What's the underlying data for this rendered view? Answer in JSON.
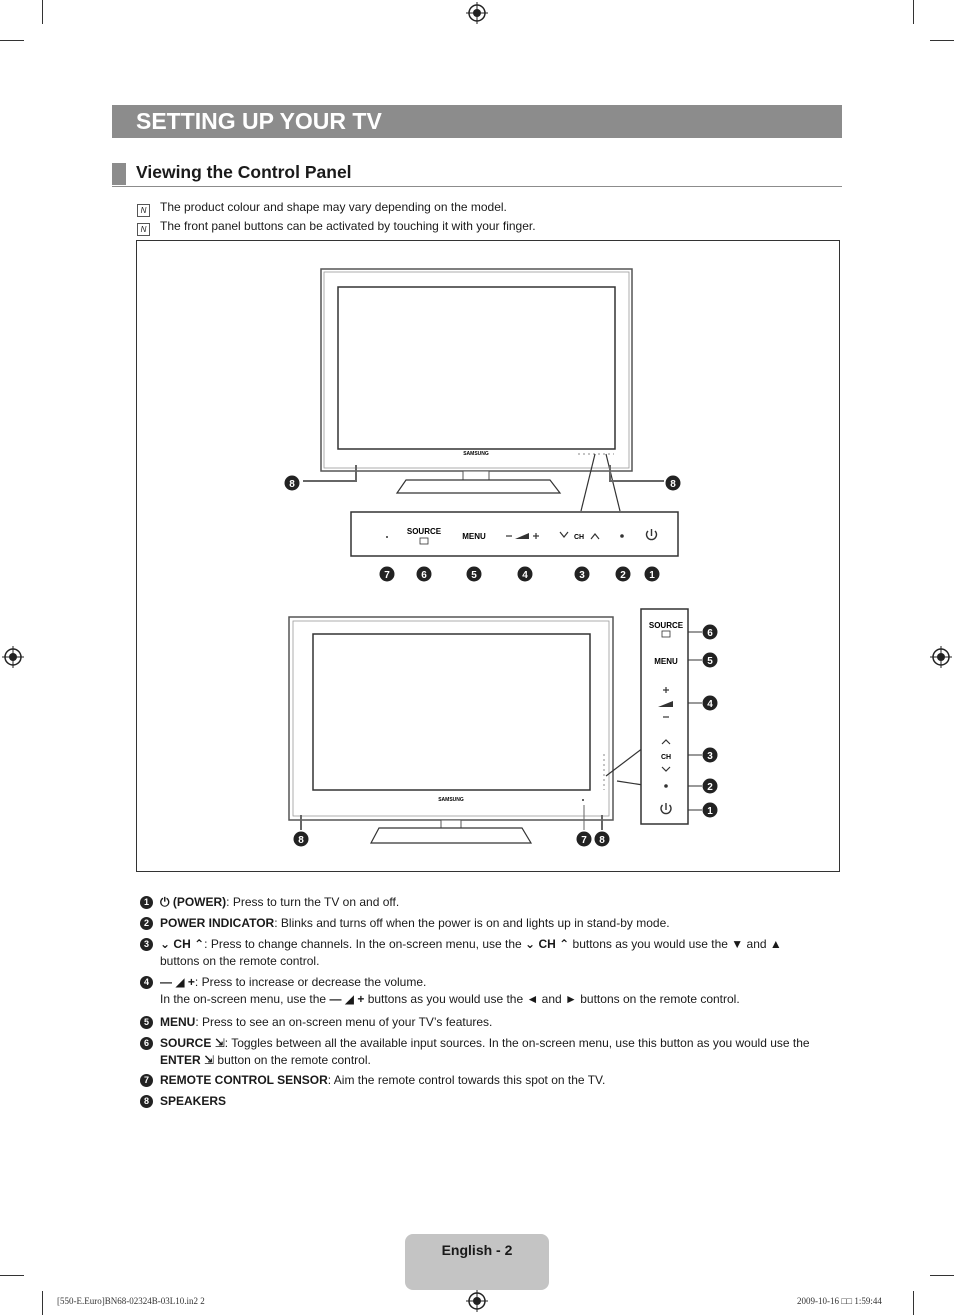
{
  "page": {
    "title": "SETTING UP YOUR TV",
    "section_title": "Viewing the Control Panel",
    "notes": [
      "The product colour and shape may vary depending on the model.",
      "The front panel buttons can be activated by touching it with your finger."
    ]
  },
  "figure": {
    "brand": "SAMSUNG",
    "panel_labels": {
      "source": "SOURCE",
      "menu": "MENU",
      "ch": "CH"
    },
    "callouts": [
      "1",
      "2",
      "3",
      "4",
      "5",
      "6",
      "7",
      "8"
    ]
  },
  "descriptions": [
    {
      "num": "1",
      "label": "(POWER)",
      "text": ": Press to turn the TV on and off."
    },
    {
      "num": "2",
      "label": "POWER INDICATOR",
      "text": ": Blinks and turns off when the power is on and lights up in stand-by mode."
    },
    {
      "num": "3",
      "label": "CH",
      "text": ": Press to change channels. In the on-screen menu, use the",
      "text2": "buttons as you would use the ▼ and ▲",
      "text3": "buttons on the remote control."
    },
    {
      "num": "4",
      "text": ": Press to increase or decrease the volume.",
      "text2": "In the on-screen menu, use the",
      "text3": "buttons as you would use the ◄ and ► buttons on the remote control."
    },
    {
      "num": "5",
      "label": "MENU",
      "text": ": Press to see an on-screen menu of your TV’s features."
    },
    {
      "num": "6",
      "label": "SOURCE",
      "text": ": Toggles between all the available input sources. In the on-screen menu, use this button as you would use the",
      "label2": "ENTER",
      "text2": "button on the remote control."
    },
    {
      "num": "7",
      "label": "REMOTE CONTROL SENSOR",
      "text": ": Aim the remote control towards this spot on the TV."
    },
    {
      "num": "8",
      "label": "SPEAKERS"
    }
  ],
  "footer": {
    "page_label": "English - 2",
    "slug_left": "[550-E.Euro]BN68-02324B-03L10.in2   2",
    "slug_right": "2009-10-16   □□ 1:59:44"
  }
}
